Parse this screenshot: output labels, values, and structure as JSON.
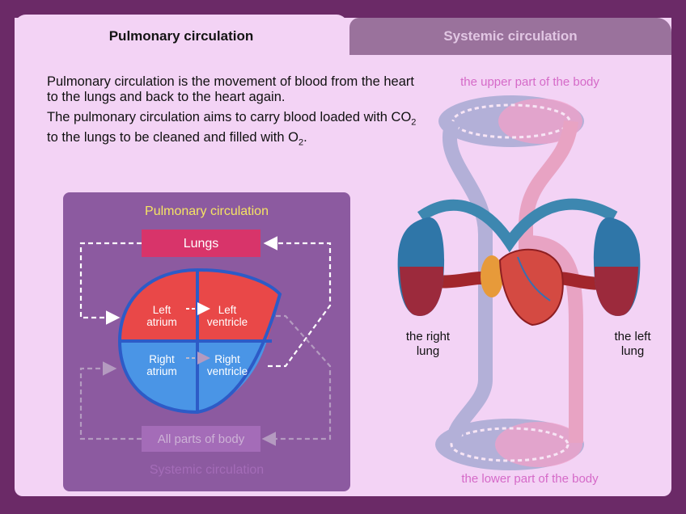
{
  "tabs": {
    "active": "Pulmonary circulation",
    "inactive": "Systemic circulation"
  },
  "intro": {
    "paragraph1": "Pulmonary circulation is the movement of blood from the heart to the lungs and back to the heart again.",
    "paragraph2_pre": "The pulmonary circulation aims to carry blood loaded with CO",
    "co2_sub": "2",
    "paragraph2_mid": " to the lungs to be cleaned and filled with O",
    "o2_sub": "2",
    "paragraph2_end": "."
  },
  "diagram": {
    "title": "Pulmonary circulation",
    "lungs_label": "Lungs",
    "left_atrium": [
      "Left",
      "atrium"
    ],
    "left_ventricle": [
      "Left",
      "ventricle"
    ],
    "right_atrium": [
      "Right",
      "atrium"
    ],
    "right_ventricle": [
      "Right",
      "ventricle"
    ],
    "body_label": "All parts of body",
    "footer": "Systemic circulation"
  },
  "illustration": {
    "upper_label": "the upper part of the body",
    "lower_label": "the lower part of the body",
    "right_lung": [
      "the right",
      "lung"
    ],
    "left_lung": [
      "the left",
      "lung"
    ]
  },
  "colors": {
    "frame": "#6b2a67",
    "panel": "#f3d3f5",
    "inactive_tab": "#9a729c",
    "diagram_box": "#8c5aa0",
    "title_yellow": "#f5e463",
    "lungs_pink": "#d8346a",
    "oxygenated_red": "#e94848",
    "deoxygenated_blue": "#4a95e6",
    "heart_border": "#2d5bc7",
    "body_label_pink": "#d56ac8"
  }
}
